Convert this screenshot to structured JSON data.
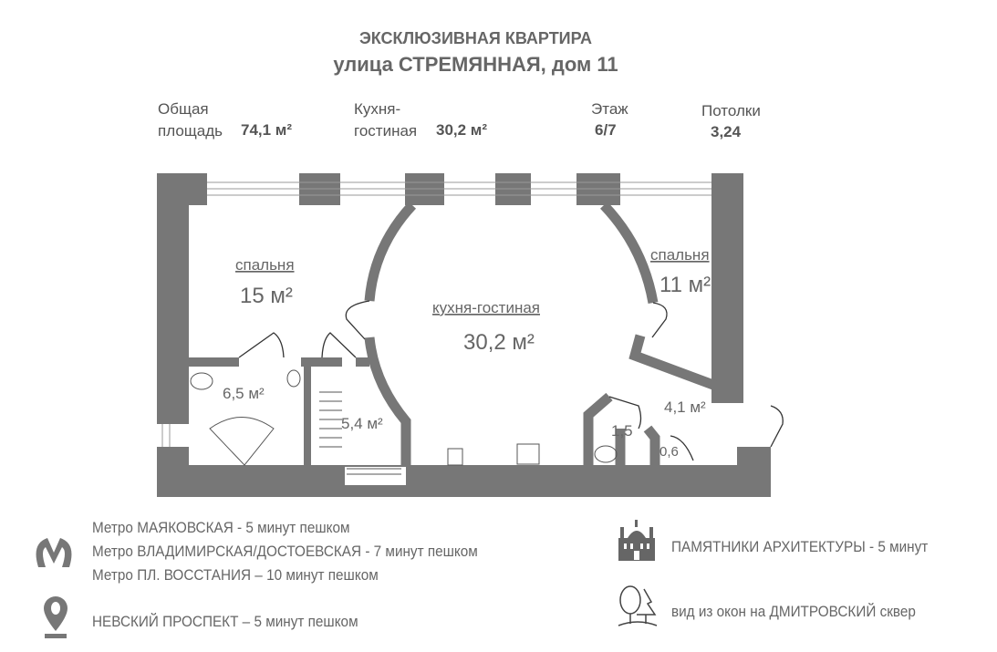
{
  "header": {
    "title": "ЭКСКЛЮЗИВНАЯ КВАРТИРА",
    "address": "улица СТРЕМЯННАЯ, дом 11"
  },
  "stats": {
    "total_label_1": "Общая",
    "total_label_2": "площадь",
    "total_value": "74,1 м²",
    "kitchen_label_1": "Кухня-",
    "kitchen_label_2": "гостиная",
    "kitchen_value": "30,2 м²",
    "floor_label": "Этаж",
    "floor_value": "6/7",
    "ceiling_label": "Потолки",
    "ceiling_value": "3,24"
  },
  "rooms": {
    "bedroom1_name": "спальня",
    "bedroom1_area": "15 м²",
    "kitchen_name": "кухня-гостиная",
    "kitchen_area": "30,2 м²",
    "bedroom2_name": "спальня",
    "bedroom2_area": "11 м²",
    "bath_area": "6,5 м²",
    "closet_area": "5,4 м²",
    "wc_area": "1,5",
    "hall_area": "4,1 м²",
    "storage_area": "0,6"
  },
  "info": {
    "metro": [
      "Метро МАЯКОВСКАЯ - 5 минут пешком",
      "Метро ВЛАДИМИРСКАЯ/ДОСТОЕВСКАЯ  - 7 минут пешком",
      "Метро ПЛ. ВОССТАНИЯ – 10 минут пешком"
    ],
    "nevsky": "НЕВСКИЙ ПРОСПЕКТ – 5 минут пешком",
    "monuments": "ПАМЯТНИКИ АРХИТЕКТУРЫ - 5 минут",
    "view": "вид из окон на ДМИТРОВСКИЙ сквер"
  },
  "colors": {
    "wall": "#777777",
    "text": "#555555"
  }
}
